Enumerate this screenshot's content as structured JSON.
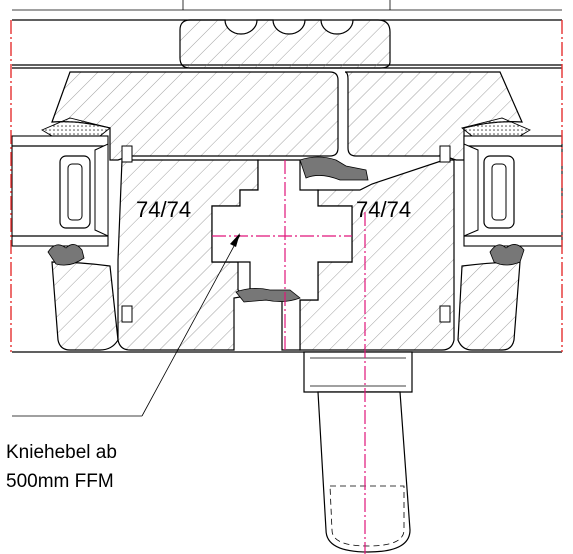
{
  "labels": {
    "left_profile_dim": "74/74",
    "right_profile_dim": "74/74",
    "callout_line1": "Kniehebel ab",
    "callout_line2": "500mm FFM"
  },
  "colors": {
    "centerline": "#e0157a",
    "outer_edge": "#e53030",
    "line": "#000000",
    "background": "#ffffff"
  }
}
